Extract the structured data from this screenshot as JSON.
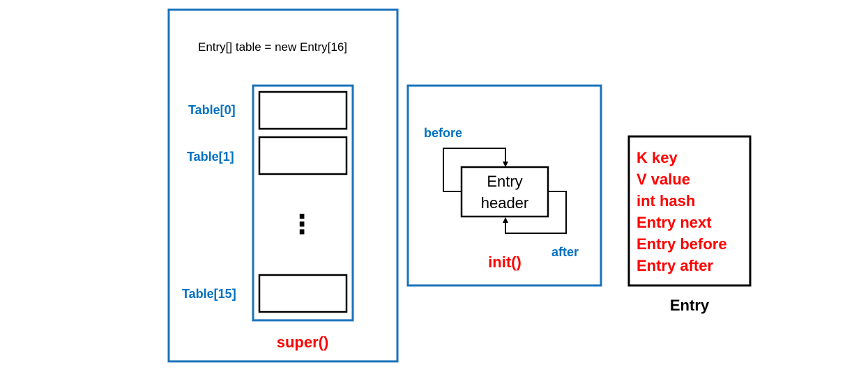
{
  "super_panel": {
    "code_line": "Entry[] table = new Entry[16]",
    "slot_labels": [
      "Table[0]",
      "Table[1]",
      "Table[15]"
    ],
    "ellipsis": "⋮",
    "caption": "super()"
  },
  "init_panel": {
    "header_line1": "Entry",
    "header_line2": "header",
    "before_label": "before",
    "after_label": "after",
    "caption": "init()"
  },
  "entry_class": {
    "fields": [
      "K key",
      "V value",
      "int hash",
      "Entry next",
      "Entry before",
      "Entry after"
    ],
    "caption": "Entry"
  },
  "colors": {
    "panel_border": "#1a72bb",
    "label_blue": "#0070c0",
    "caption_red": "#ff0000",
    "box_black": "#000000"
  }
}
